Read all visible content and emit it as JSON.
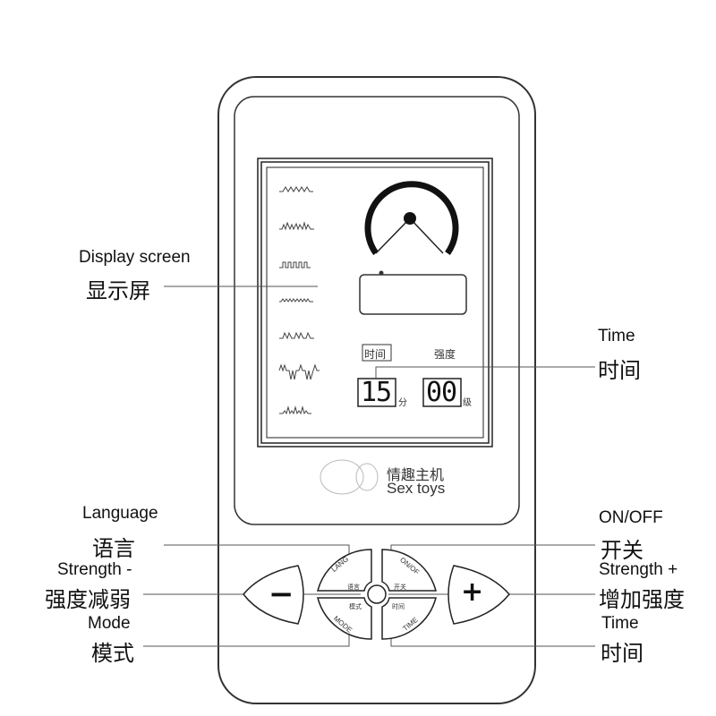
{
  "labels": {
    "display_en": "Display screen",
    "display_cn": "显示屏",
    "time_top_en": "Time",
    "time_top_cn": "时间",
    "language_en": "Language",
    "language_cn": "语言",
    "onoff_en": "ON/OFF",
    "onoff_cn": "开关",
    "strength_minus_en": "Strength -",
    "strength_minus_cn": "强度减弱",
    "strength_plus_en": "Strength +",
    "strength_plus_cn": "增加强度",
    "mode_en": "Mode",
    "mode_cn": "模式",
    "time_bottom_en": "Time",
    "time_bottom_cn": "时间"
  },
  "screen": {
    "time_label": "时间",
    "strength_label": "强度",
    "time_value": "15",
    "time_unit": "分",
    "strength_value": "00",
    "strength_unit": "级",
    "waveform_count": 7
  },
  "brand": {
    "cn": "情趣主机",
    "en": "Sex toys"
  },
  "buttons": {
    "lang": "LANG",
    "lang_cn": "语言",
    "onof": "ON/OF",
    "onof_cn": "开关",
    "mode": "MODE",
    "mode_cn": "模式",
    "time": "TIME",
    "time_cn": "时间",
    "minus": "−",
    "plus": "+"
  }
}
